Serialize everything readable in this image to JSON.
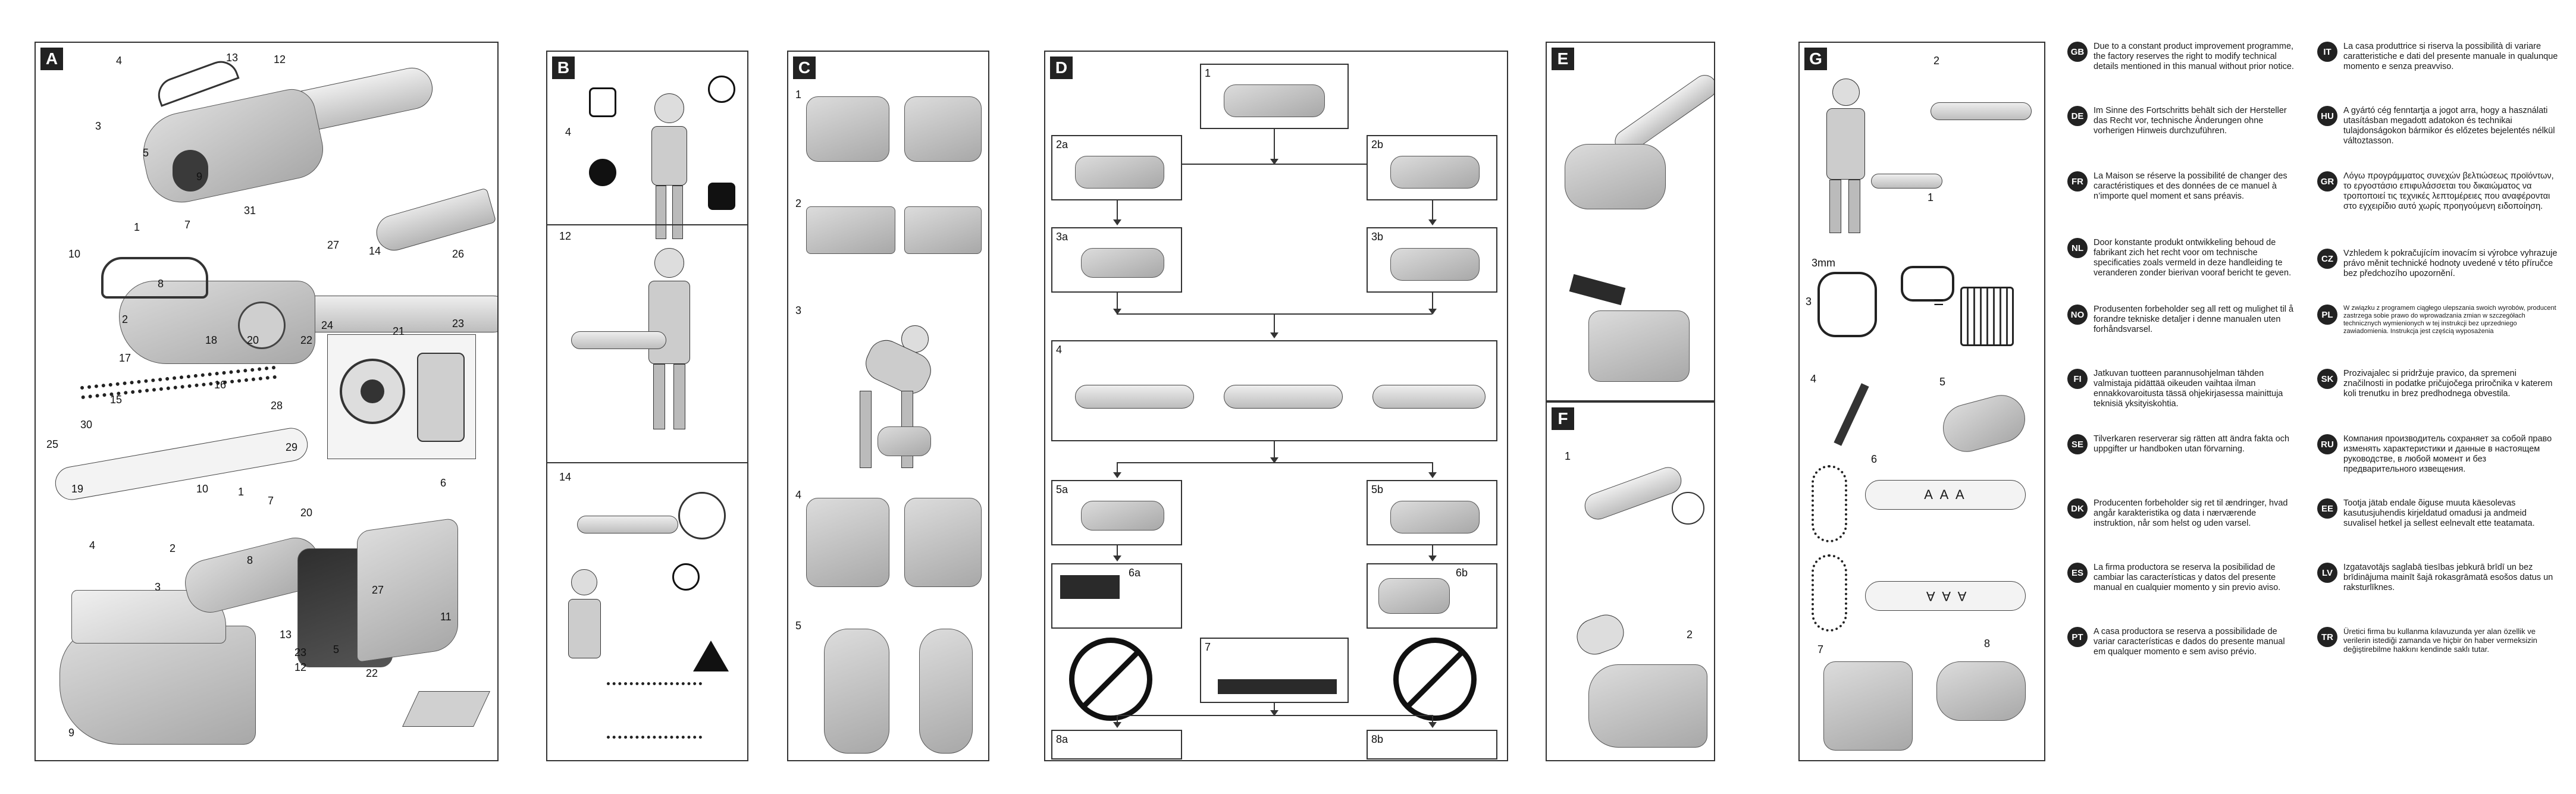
{
  "panels": {
    "A": {
      "letter": "A",
      "nums": [
        "4",
        "13",
        "12",
        "3",
        "5",
        "9",
        "1",
        "7",
        "31",
        "10",
        "2",
        "8",
        "27",
        "14",
        "24",
        "20",
        "22",
        "26",
        "21",
        "23",
        "17",
        "18",
        "15",
        "16",
        "6",
        "30",
        "28",
        "25",
        "29",
        "19",
        "10",
        "1",
        "7",
        "20",
        "2",
        "8",
        "4",
        "3",
        "27",
        "13",
        "23",
        "12",
        "5",
        "22",
        "11",
        "9"
      ]
    },
    "B": {
      "letter": "B",
      "nums": [
        "4",
        "12",
        "14"
      ]
    },
    "C": {
      "letter": "C",
      "nums": [
        "1",
        "2",
        "3",
        "4",
        "5"
      ]
    },
    "D": {
      "letter": "D",
      "nums": [
        "1",
        "2a",
        "2b",
        "3a",
        "3b",
        "4",
        "5a",
        "5b",
        "6a",
        "6b",
        "7",
        "8a",
        "8b"
      ]
    },
    "E": {
      "letter": "E"
    },
    "F": {
      "letter": "F",
      "nums": [
        "1",
        "2"
      ]
    },
    "G": {
      "letter": "G",
      "nums": [
        "1",
        "2",
        "3mm",
        "3",
        "4",
        "5",
        "6",
        "7",
        "8"
      ],
      "aaa_1": "A A A",
      "aaa_2": "A A A",
      "equals": "="
    }
  },
  "languages": [
    {
      "code": "GB",
      "text": "Due to a constant product improvement programme, the factory reserves the right to modify technical details mentioned in this manual without prior notice."
    },
    {
      "code": "DE",
      "text": "Im Sinne des Fortschritts behält sich der Hersteller das Recht vor, technische Änderungen ohne vorherigen Hinweis durchzuführen."
    },
    {
      "code": "FR",
      "text": "La Maison se réserve la possibilité de changer des caractéristiques et des données de ce manuel à n’importe quel moment et sans préavis."
    },
    {
      "code": "NL",
      "text": "Door konstante produkt ontwikkeling behoud de fabrikant zich het recht voor om technische specificaties zoals vermeld in deze handleiding te veranderen zonder bierivan vooraf bericht te geven."
    },
    {
      "code": "NO",
      "text": "Produsenten forbeholder seg all rett og mulighet til å forandre tekniske detaljer i denne manualen uten forhåndsvarsel."
    },
    {
      "code": "FI",
      "text": "Jatkuvan tuotteen parannusohjelman tähden valmistaja pidättää oikeuden vaihtaa ilman ennakkovaroitusta tässä ohjekirjasessa mainittuja teknisiä yksityiskohtia."
    },
    {
      "code": "SE",
      "text": "Tilverkaren reserverar sig rätten att ändra fakta och uppgifter ur handboken utan förvarning."
    },
    {
      "code": "DK",
      "text": "Producenten forbeholder sig ret til ændringer, hvad angår karakteristika og data i nærværende instruktion, når som helst og uden varsel."
    },
    {
      "code": "ES",
      "text": "La firma productora se reserva la posibilidad de cambiar las características y datos del presente manual en cualquier momento y sin previo aviso."
    },
    {
      "code": "PT",
      "text": "A casa productora se reserva a possibilidade de variar características e dados do presente manual em qualquer momento e sem aviso prévio."
    },
    {
      "code": "IT",
      "text": "La casa produttrice si riserva la possibilità di variare caratteristiche e dati del presente manuale in qualunque momento e senza preavviso."
    },
    {
      "code": "HU",
      "text": "A gyártó cég fenntartja a jogot arra, hogy a használati utasításban megadott adatokon és technikai tulajdonságokon bármikor és előzetes bejelentés nélkül változtasson."
    },
    {
      "code": "GR",
      "text": "Λόγω προγράμματος συνεχών βελτιώσεως προϊόντων, το εργοστάσιο επιφυλάσσεται του δικαιώματος να τροποποιεί τις τεχνικές λεπτομέρειες που αναφέρονται στο εγχειρίδιο αυτό χωρίς προηγούμενη ειδοποίηση."
    },
    {
      "code": "CZ",
      "text": "Vzhledem k pokračujícím inovacím si výrobce vyhrazuje právo měnit technické hodnoty uvedené v této příručce bez předchozího upozornění."
    },
    {
      "code": "PL",
      "text": "W związku z programem ciągłego ulepszania swoich wyrobów, producent zastrzega sobie prawo do wprowadzania zmian w szczegółach technicznych wymienionych w tej instrukcji bez uprzedniego zawiadomienia. Instrukcja jest częścią wyposażenia"
    },
    {
      "code": "SK",
      "text": "Prozivajalec si pridržuje pravico, da spremeni značilnosti in podatke pričujočega priročnika v katerem koli trenutku in brez predhodnega obvestila."
    },
    {
      "code": "RU",
      "text": "Компания производитель сохраняет за собой право изменять характеристики и данные в настоящем руководстве, в любой момент и без предварительного извещения."
    },
    {
      "code": "EE",
      "text": "Tootja jätab endale õiguse muuta käesolevas kasutusjuhendis kirjeldatud omadusi ja andmeid suvalisel hetkel ja sellest eelnevalt ette teatamata."
    },
    {
      "code": "LV",
      "text": "Izgatavotājs saglabā tiesības jebkurā brīdī un bez brīdinājuma mainīt šajā rokasgrāmatā esošos datus un raksturlīknes."
    },
    {
      "code": "TR",
      "text": "Üretici firma bu kullanma kılavuzunda yer alan özellik ve verilerin istediği zamanda ve hiçbir ön haber vermeksizin değiştirebilme hakkını kendinde saklı tutar."
    }
  ]
}
